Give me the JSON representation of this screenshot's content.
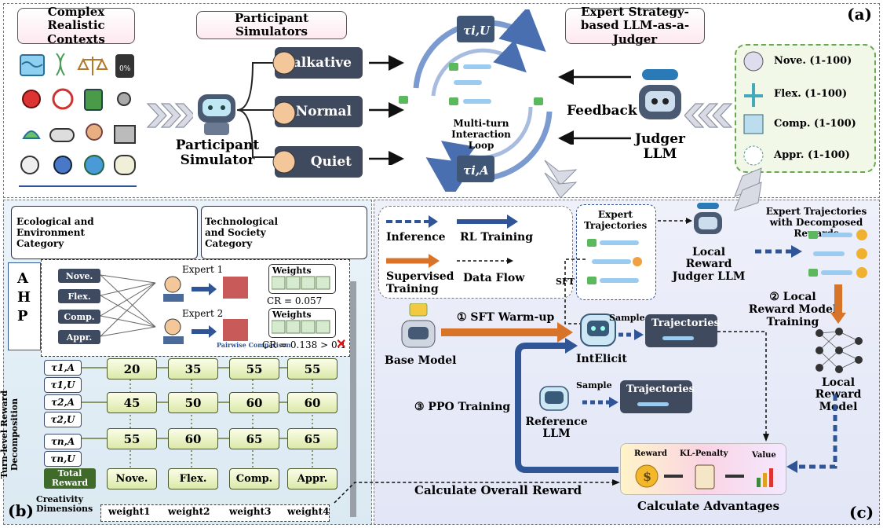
{
  "panel_labels": {
    "a": "(a)",
    "b": "(b)",
    "c": "(c)"
  },
  "top": {
    "contexts_title": "Complex Realistic Contexts",
    "simulators_title": "Participant Simulators",
    "judger_title": "Expert Strategy-based LLM-as-a-Judger",
    "participant_simulator": "Participant Simulator",
    "personas": [
      "Talkative",
      "Normal",
      "Quiet"
    ],
    "tau_user": "τi,U",
    "tau_assistant": "τi,A",
    "loop_label": "Multi-turn Interaction Loop",
    "feedback": "Feedback",
    "judger_llm": "Judger LLM",
    "criteria": [
      "Nove. (1-100)",
      "Flex. (1-100)",
      "Comp. (1-100)",
      "Appr. (1-100)"
    ]
  },
  "panel_b": {
    "eco_category": "Ecological and Environment Category",
    "tech_category": "Technological and Society Category",
    "ahp": [
      "A",
      "H",
      "P"
    ],
    "dimensions": [
      "Nove.",
      "Flex.",
      "Comp.",
      "Appr."
    ],
    "expert1": "Expert 1",
    "expert2": "Expert 2",
    "weights": "Weights",
    "cr1": "CR = 0.057",
    "cr2": "CR = 0.138 > 0.1",
    "pairwise": "Pairwise Comparison",
    "turn_axis": "Turn-level Reward Decomposition",
    "taus": [
      "τ1,A",
      "τ1,U",
      "τ2,A",
      "τ2,U",
      "τn,A",
      "τn,U"
    ],
    "rows": [
      [
        "20",
        "35",
        "55",
        "55"
      ],
      [
        "45",
        "50",
        "60",
        "60"
      ],
      [
        "55",
        "60",
        "65",
        "65"
      ]
    ],
    "total_reward": "Total Reward",
    "dim_cols": [
      "Nove.",
      "Flex.",
      "Comp.",
      "Appr."
    ],
    "creativity": "Creativity Dimensions",
    "weight_labels": [
      "weight1",
      "weight2",
      "weight3",
      "weight4"
    ]
  },
  "panel_c": {
    "legend": {
      "inference": "Inference",
      "rl": "RL Training",
      "supervised": "Supervised Training",
      "dataflow": "Data Flow"
    },
    "expert_traj": "Expert Trajectories",
    "local_judger": "Local Reward Judger LLM",
    "expert_decomp": "Expert Trajectories with Decomposed Rewards",
    "sft": "SFT",
    "step1": "① SFT Warm-up",
    "base_model": "Base Model",
    "sample": "Sample",
    "intelicit": "IntElicit",
    "trajectories": "Trajectories",
    "step2": "② Local Reward Model Training",
    "local_model": "Local Reward Model",
    "step3": "③ PPO Training",
    "reference": "Reference LLM",
    "reward": "Reward",
    "kl": "KL-Penalty",
    "value": "Value",
    "calc_adv": "Calculate Advantages",
    "calc_overall": "Calculate Overall Reward"
  },
  "colors": {
    "dark": "#3f4a5e",
    "blue": "#2f5597",
    "orange": "#d8732a",
    "green_cell": "#dbe9a8"
  }
}
